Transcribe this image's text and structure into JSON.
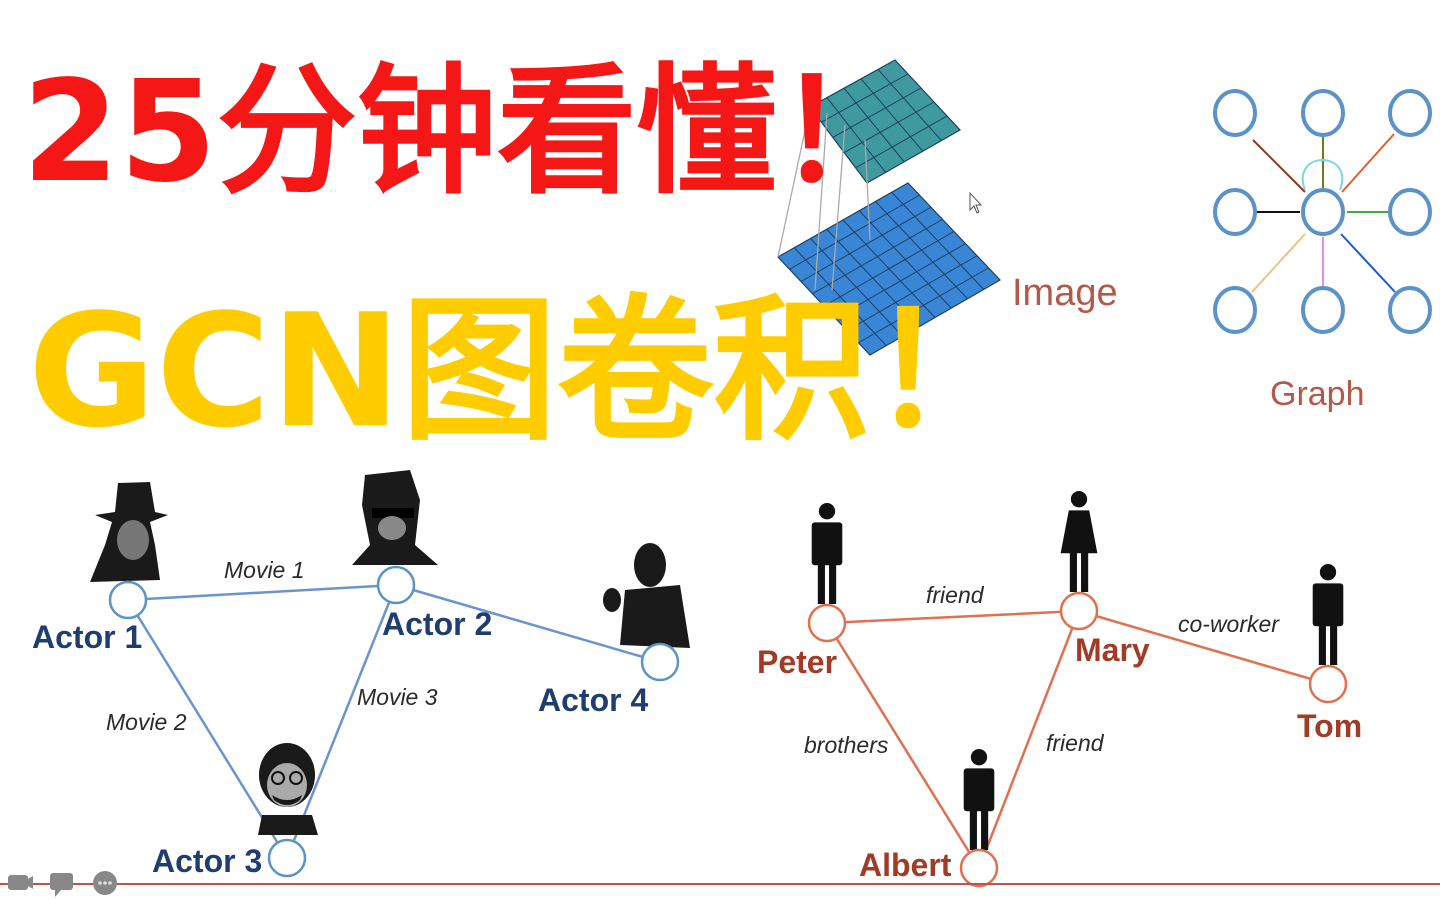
{
  "title": {
    "line1": "25分钟看懂！",
    "line2": "GCN图卷积！"
  },
  "image_panel": {
    "label": "Image"
  },
  "graph_panel": {
    "label": "Graph"
  },
  "actor_graph": {
    "nodes": [
      "Actor 1",
      "Actor 2",
      "Actor 3",
      "Actor 4"
    ],
    "edges": [
      "Movie 1",
      "Movie 2",
      "Movie 3"
    ]
  },
  "social_graph": {
    "nodes": [
      "Peter",
      "Mary",
      "Tom",
      "Albert"
    ],
    "edges": [
      "friend",
      "co-worker",
      "brothers",
      "friend"
    ]
  },
  "colors": {
    "title1": "#f51616",
    "title2": "#ffcc00",
    "actor_edge": "#6b93d0",
    "social_edge": "#e07050"
  },
  "player_controls": [
    "camera-icon",
    "comment-icon",
    "more-icon"
  ]
}
